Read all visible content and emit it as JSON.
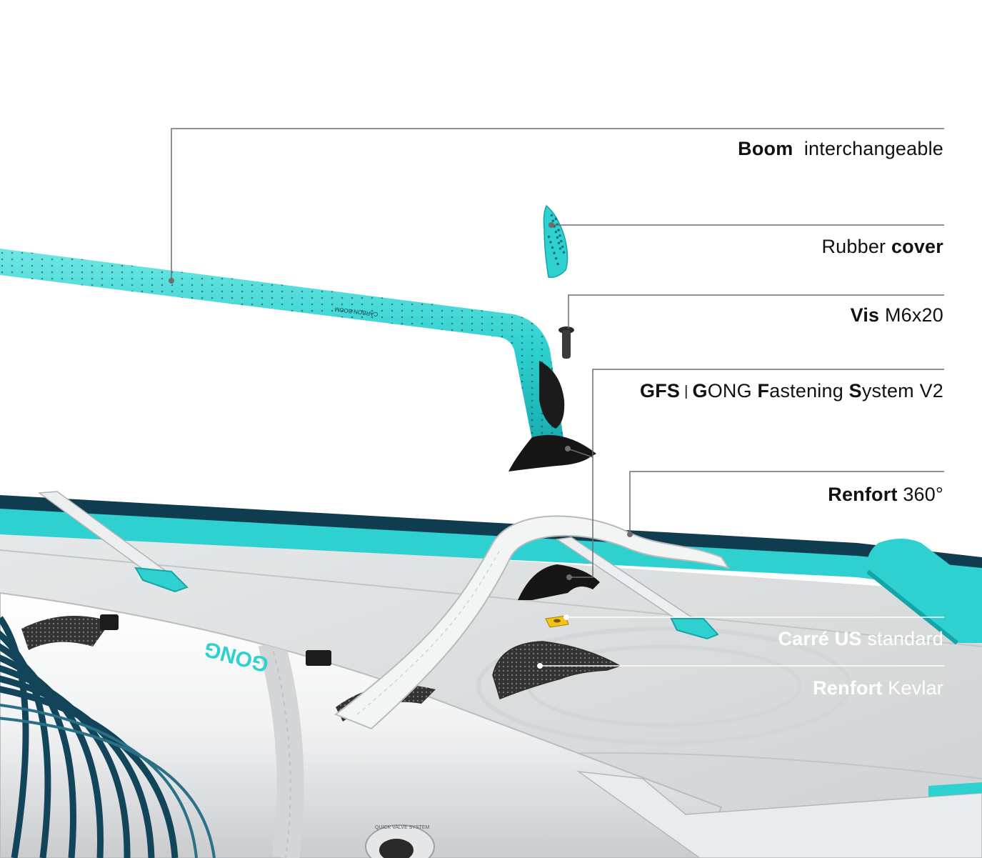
{
  "callouts": {
    "boom": {
      "bold": "Boom",
      "text": "interchangeable"
    },
    "rubber_cover": {
      "text": "Rubber",
      "bold": "cover"
    },
    "vis": {
      "bold": "Vis",
      "text": "M6x20"
    },
    "gfs": {
      "b1": "GFS",
      "sep": "|",
      "b2": "G",
      "t2": "ONG ",
      "b3": "F",
      "t3": "astening ",
      "b4": "S",
      "t4": "ystem V2"
    },
    "renfort_360": {
      "bold": "Renfort",
      "text": "360°"
    },
    "carre_us": {
      "bold": "Carré US",
      "text": "standard"
    },
    "renfort_kevlar": {
      "bold": "Renfort",
      "text": "Kevlar"
    }
  },
  "product_text": {
    "brand": "GONG",
    "boom_print": "CARBON BOOM",
    "valve_print": "QUICK VALVE SYSTEM"
  },
  "colors": {
    "teal": "#2ed0d0",
    "teal_dark": "#13a5a8",
    "navy": "#0f3d4f",
    "sail_grey": "#dcdedf",
    "leader_line": "#6e6e6e"
  }
}
